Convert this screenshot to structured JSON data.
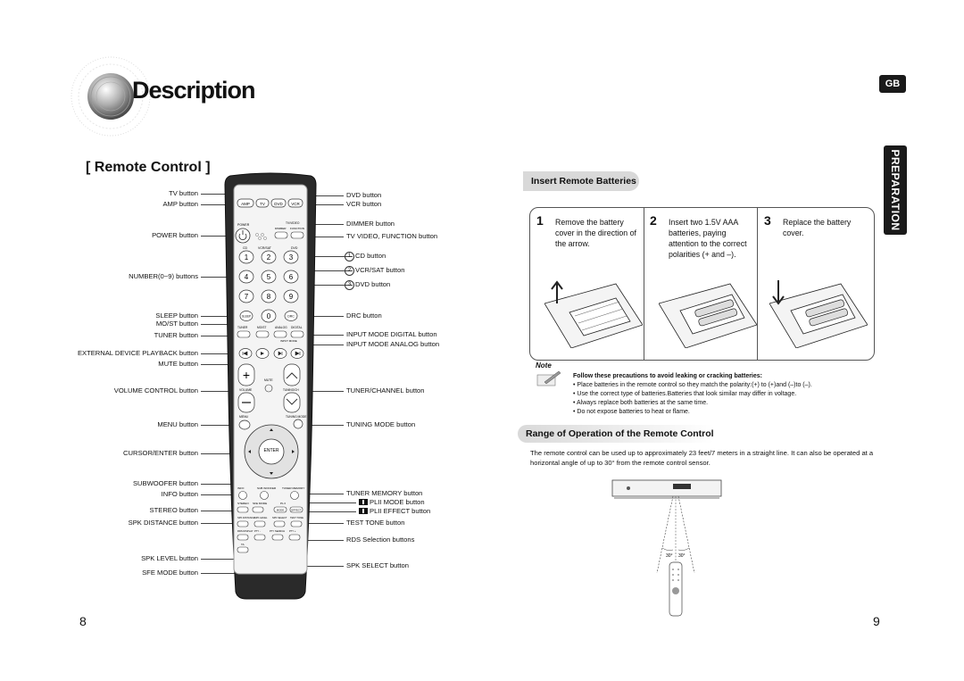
{
  "header": {
    "title": "Description",
    "lang_badge": "GB",
    "side_tab": "PREPARATION"
  },
  "remote_section": {
    "heading": "[ Remote Control ]",
    "left_labels": [
      "TV button",
      "AMP button",
      "POWER button",
      "NUMBER(0~9) buttons",
      "SLEEP button",
      "MO/ST button",
      "TUNER button",
      "EXTERNAL DEVICE PLAYBACK button",
      "MUTE button",
      "VOLUME CONTROL button",
      "MENU button",
      "CURSOR/ENTER button",
      "SUBWOOFER button",
      "INFO button",
      "STEREO button",
      "SPK DISTANCE button",
      "SPK LEVEL button",
      "SFE MODE button"
    ],
    "right_labels": [
      "DVD button",
      "VCR button",
      "DIMMER button",
      "TV VIDEO, FUNCTION button",
      "CD button",
      "VCR/SAT button",
      "DVD button",
      "DRC button",
      "INPUT MODE DIGITAL button",
      "INPUT MODE ANALOG button",
      "TUNER/CHANNEL button",
      "TUNING MODE button",
      "TUNER MEMORY button",
      "PLII MODE button",
      "PLII EFFECT button",
      "TEST TONE button",
      "RDS Selection buttons",
      "SPK SELECT button"
    ],
    "remote_keys": {
      "top": [
        "AMP",
        "TV",
        "DVD",
        "VCR"
      ],
      "power": "POWER",
      "tvvideo": "TV/VIDEO",
      "dimmer": "DIMMER",
      "function": "FUNCTION",
      "src": [
        "CD",
        "VCR/SAT",
        "DVD"
      ],
      "digits": [
        "1",
        "2",
        "3",
        "4",
        "5",
        "6",
        "7",
        "8",
        "9",
        "0"
      ],
      "sleep": "SLEEP",
      "drc": "DRC",
      "row_labels": [
        "TUNER",
        "MO/ST",
        "ANALOG",
        "DIGITAL"
      ],
      "input_mode": "INPUT MODE",
      "mute": "MUTE",
      "volume": "VOLUME",
      "tuning_ch": "TUNING/CH",
      "menu": "MENU",
      "tuning_mode": "TUNING MODE",
      "enter": "ENTER",
      "info_row": [
        "INFO",
        "SUB WOOFER",
        "TUNER MEMORY"
      ],
      "stereo_row": [
        "STEREO",
        "SFE MODE",
        "PL II"
      ],
      "mode_effect": [
        "MODE",
        "EFFECT"
      ],
      "spk_row": [
        "SPK DISTANCE",
        "SPK LEVEL",
        "SPK SELECT",
        "TEST TONE"
      ],
      "rds_row": [
        "RDS DISPLAY",
        "PTY -",
        "PTY SEARCH",
        "PTY +"
      ],
      "ta": "TA"
    }
  },
  "batteries": {
    "heading": "Insert Remote Batteries",
    "steps": [
      {
        "num": "1",
        "text": "Remove the battery cover in the direction of the arrow."
      },
      {
        "num": "2",
        "text": "Insert two 1.5V AAA batteries, paying attention to the correct polarities (+ and –)."
      },
      {
        "num": "3",
        "text": "Replace the battery cover."
      }
    ]
  },
  "note": {
    "label": "Note",
    "heading": "Follow these precautions to avoid leaking or cracking batteries:",
    "items": [
      "Place batteries in the remote control so they match the polarity:(+) to (+)and (–)to (–).",
      "Use the correct type of batteries.Batteries that look similar may differ in voltage.",
      "Always replace both batteries at the same time.",
      "Do not expose batteries to heat or flame."
    ]
  },
  "range": {
    "heading": "Range of Operation of the Remote Control",
    "text": "The remote control can be used up to approximately 23 feet/7 meters in a straight line. It can also be operated at a horizontal angle of up to 30° from the remote control sensor.",
    "angle_labels": [
      "30°",
      "30°"
    ]
  },
  "pages": {
    "left": "8",
    "right": "9"
  }
}
